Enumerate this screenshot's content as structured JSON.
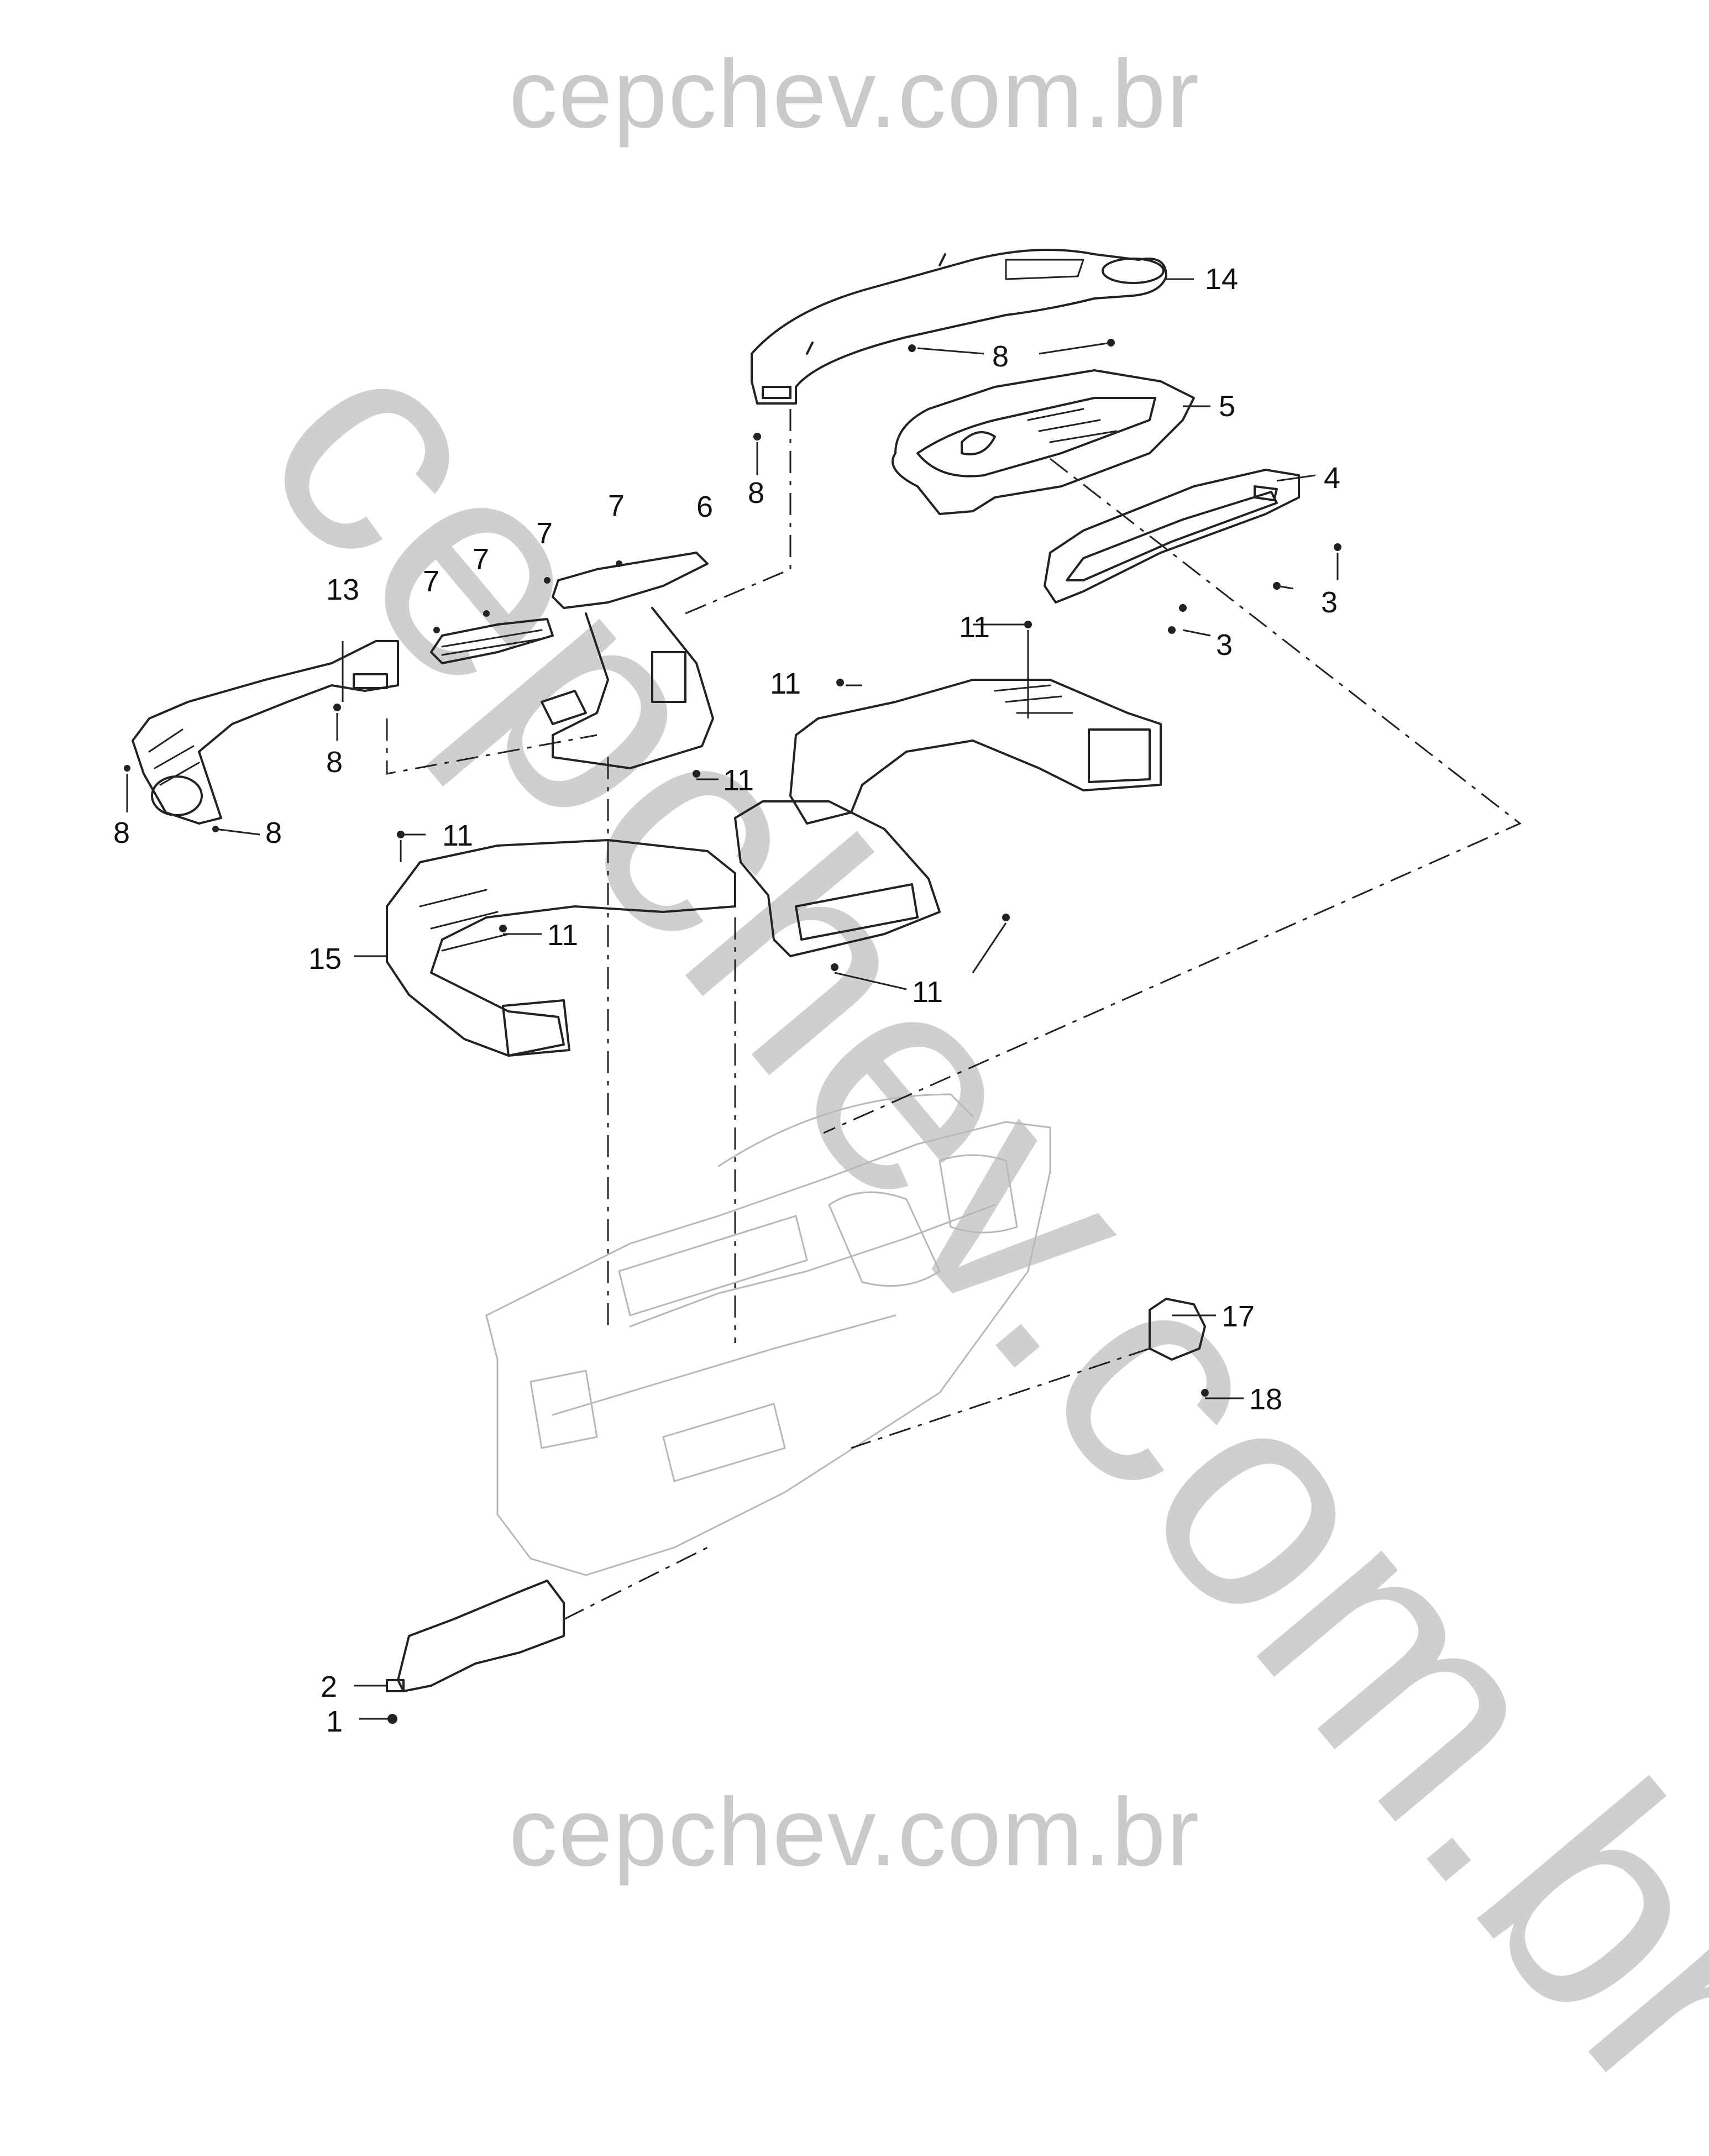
{
  "watermark": {
    "top": "cepchev.com.br",
    "bottom": "cepchev.com.br",
    "diagonal": "cepchev.com.br"
  },
  "callouts": [
    {
      "id": "c14",
      "label": "14"
    },
    {
      "id": "c8a",
      "label": "8"
    },
    {
      "id": "c5",
      "label": "5"
    },
    {
      "id": "c8b",
      "label": "8"
    },
    {
      "id": "c4",
      "label": "4"
    },
    {
      "id": "c7a",
      "label": "7"
    },
    {
      "id": "c6",
      "label": "6"
    },
    {
      "id": "c7b",
      "label": "7"
    },
    {
      "id": "c7c",
      "label": "7"
    },
    {
      "id": "c7d",
      "label": "7"
    },
    {
      "id": "c3a",
      "label": "3"
    },
    {
      "id": "c13",
      "label": "13"
    },
    {
      "id": "c11a",
      "label": "11"
    },
    {
      "id": "c3b",
      "label": "3"
    },
    {
      "id": "c11b",
      "label": "11"
    },
    {
      "id": "c8c",
      "label": "8"
    },
    {
      "id": "c11c",
      "label": "11"
    },
    {
      "id": "c8d",
      "label": "8"
    },
    {
      "id": "c8e",
      "label": "8"
    },
    {
      "id": "c11d",
      "label": "11"
    },
    {
      "id": "c11e",
      "label": "11"
    },
    {
      "id": "c15",
      "label": "15"
    },
    {
      "id": "c11f",
      "label": "11"
    },
    {
      "id": "c17",
      "label": "17"
    },
    {
      "id": "c18",
      "label": "18"
    },
    {
      "id": "c2",
      "label": "2"
    },
    {
      "id": "c1",
      "label": "1"
    }
  ]
}
